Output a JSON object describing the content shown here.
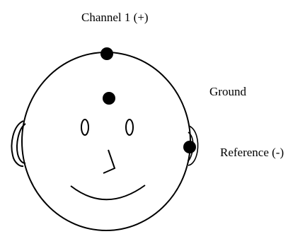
{
  "electrodes": {
    "channel1_label": "Channel 1 (+)",
    "ground_label": "Ground",
    "reference_label": "Reference (-)"
  },
  "colors": {
    "stroke": "#000000",
    "electrode_fill": "#000000",
    "background": "#ffffff"
  }
}
